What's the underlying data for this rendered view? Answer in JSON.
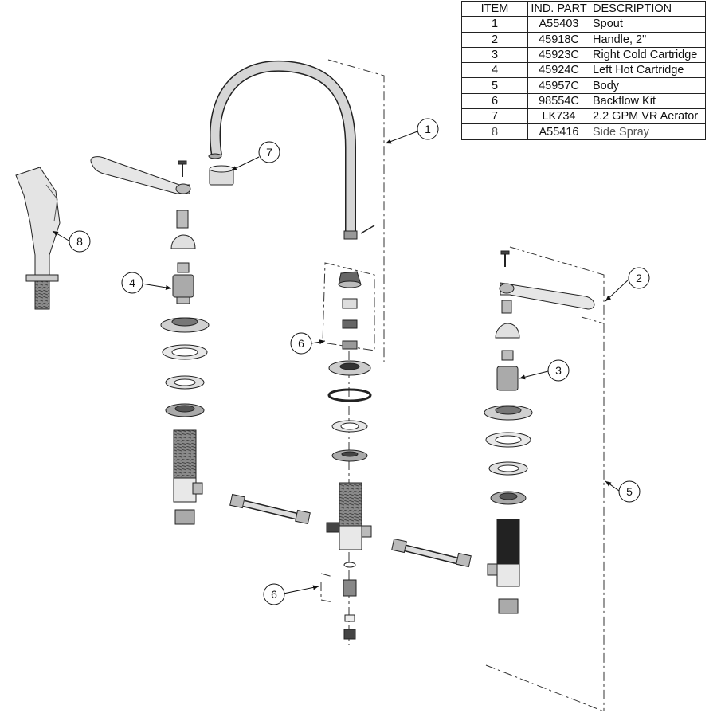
{
  "table": {
    "headers": {
      "item": "ITEM",
      "part": "IND. PART",
      "desc": "DESCRIPTION"
    },
    "rows": [
      {
        "item": "1",
        "part": "A55403",
        "desc": "Spout"
      },
      {
        "item": "2",
        "part": "45918C",
        "desc": "Handle, 2\""
      },
      {
        "item": "3",
        "part": "45923C",
        "desc": "Right Cold Cartridge"
      },
      {
        "item": "4",
        "part": "45924C",
        "desc": "Left Hot Cartridge"
      },
      {
        "item": "5",
        "part": "45957C",
        "desc": "Body"
      },
      {
        "item": "6",
        "part": "98554C",
        "desc": "Backflow Kit"
      },
      {
        "item": "7",
        "part": "LK734",
        "desc": "2.2 GPM VR Aerator"
      },
      {
        "item": "8",
        "part": "A55416",
        "desc": "Side Spray"
      }
    ]
  },
  "callouts": {
    "c1": "1",
    "c2": "2",
    "c3": "3",
    "c4": "4",
    "c5": "5",
    "c6a": "6",
    "c6b": "6",
    "c7": "7",
    "c8": "8"
  }
}
